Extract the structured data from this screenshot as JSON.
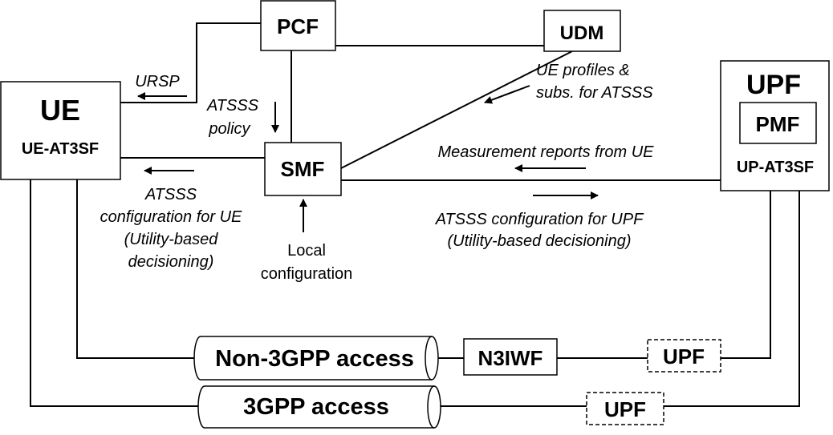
{
  "nodes": {
    "pcf": "PCF",
    "udm": "UDM",
    "ue": "UE",
    "ue_at3sf": "UE-AT3SF",
    "smf": "SMF",
    "upf_main": "UPF",
    "pmf": "PMF",
    "up_at3sf": "UP-AT3SF",
    "non3gpp_access": "Non-3GPP access",
    "n3iwf": "N3IWF",
    "upf_non3gpp": "UPF",
    "access_3gpp": "3GPP access",
    "upf_3gpp": "UPF"
  },
  "labels": {
    "ursp": "URSP",
    "atsss_policy": [
      "ATSSS",
      "policy"
    ],
    "ue_profiles": [
      "UE profiles &",
      "subs. for ATSSS"
    ],
    "measurement_reports": "Measurement reports from UE",
    "atsss_config_ue": [
      "ATSSS",
      "configuration for UE",
      "(Utility-based",
      "decisioning)"
    ],
    "local_config": [
      "Local",
      "configuration"
    ],
    "atsss_config_upf": [
      "ATSSS configuration for UPF",
      "(Utility-based decisioning)"
    ]
  }
}
